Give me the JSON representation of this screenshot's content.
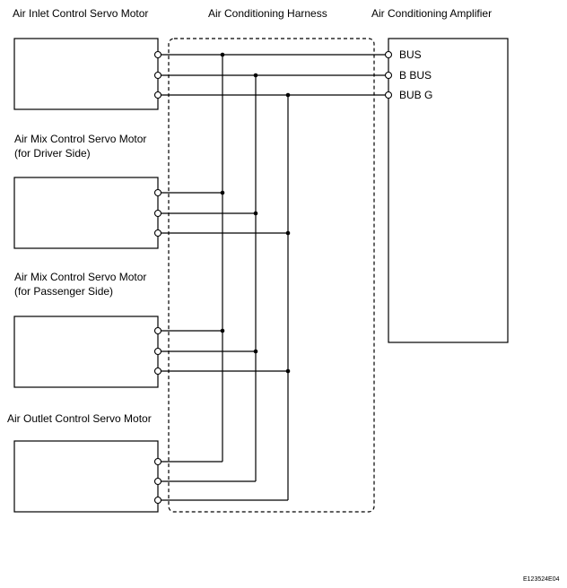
{
  "headers": {
    "air_inlet_motor": "Air Inlet Control Servo Motor",
    "harness": "Air Conditioning Harness",
    "amplifier": "Air Conditioning Amplifier"
  },
  "motors": {
    "driver_line1": "Air Mix Control Servo Motor",
    "driver_line2": "(for Driver Side)",
    "passenger_line1": "Air Mix Control Servo Motor",
    "passenger_line2": "(for Passenger Side)",
    "outlet": "Air Outlet Control Servo Motor"
  },
  "amplifier_pins": [
    "BUS",
    "B BUS",
    "BUB G"
  ],
  "figure_code": "E123524E04"
}
